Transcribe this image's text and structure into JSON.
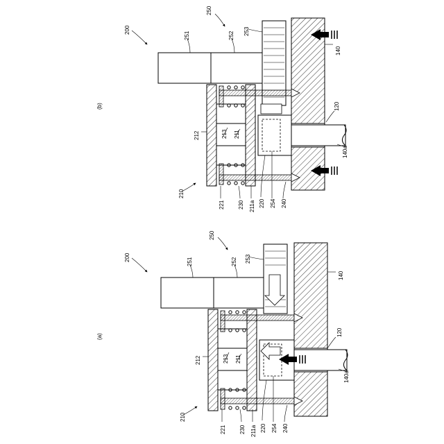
{
  "panels": [
    {
      "caption": "(b)",
      "labels": {
        "assembly": "200",
        "motor_unit": "250",
        "motor_body": "251",
        "motor_shaft": "252",
        "gear": "253",
        "housing": "140",
        "shaft": "120",
        "shaft_bore": "140a",
        "mount_frame": "210",
        "plate": "212",
        "rod": "213",
        "lower_plate": "211",
        "bolt": "221",
        "spring": "230",
        "recess": "211a",
        "guide": "220",
        "pinion": "254",
        "bolt_nut": "240"
      }
    },
    {
      "caption": "(a)",
      "labels": {
        "assembly": "200",
        "motor_unit": "250",
        "motor_body": "251",
        "motor_shaft": "252",
        "gear": "253",
        "housing": "140",
        "shaft": "120",
        "shaft_bore": "140a",
        "mount_frame": "210",
        "plate": "212",
        "rod": "213",
        "lower_plate": "211",
        "bolt": "221",
        "spring": "230",
        "recess": "211a",
        "guide": "220",
        "pinion": "254",
        "bolt_nut": "240"
      }
    }
  ]
}
